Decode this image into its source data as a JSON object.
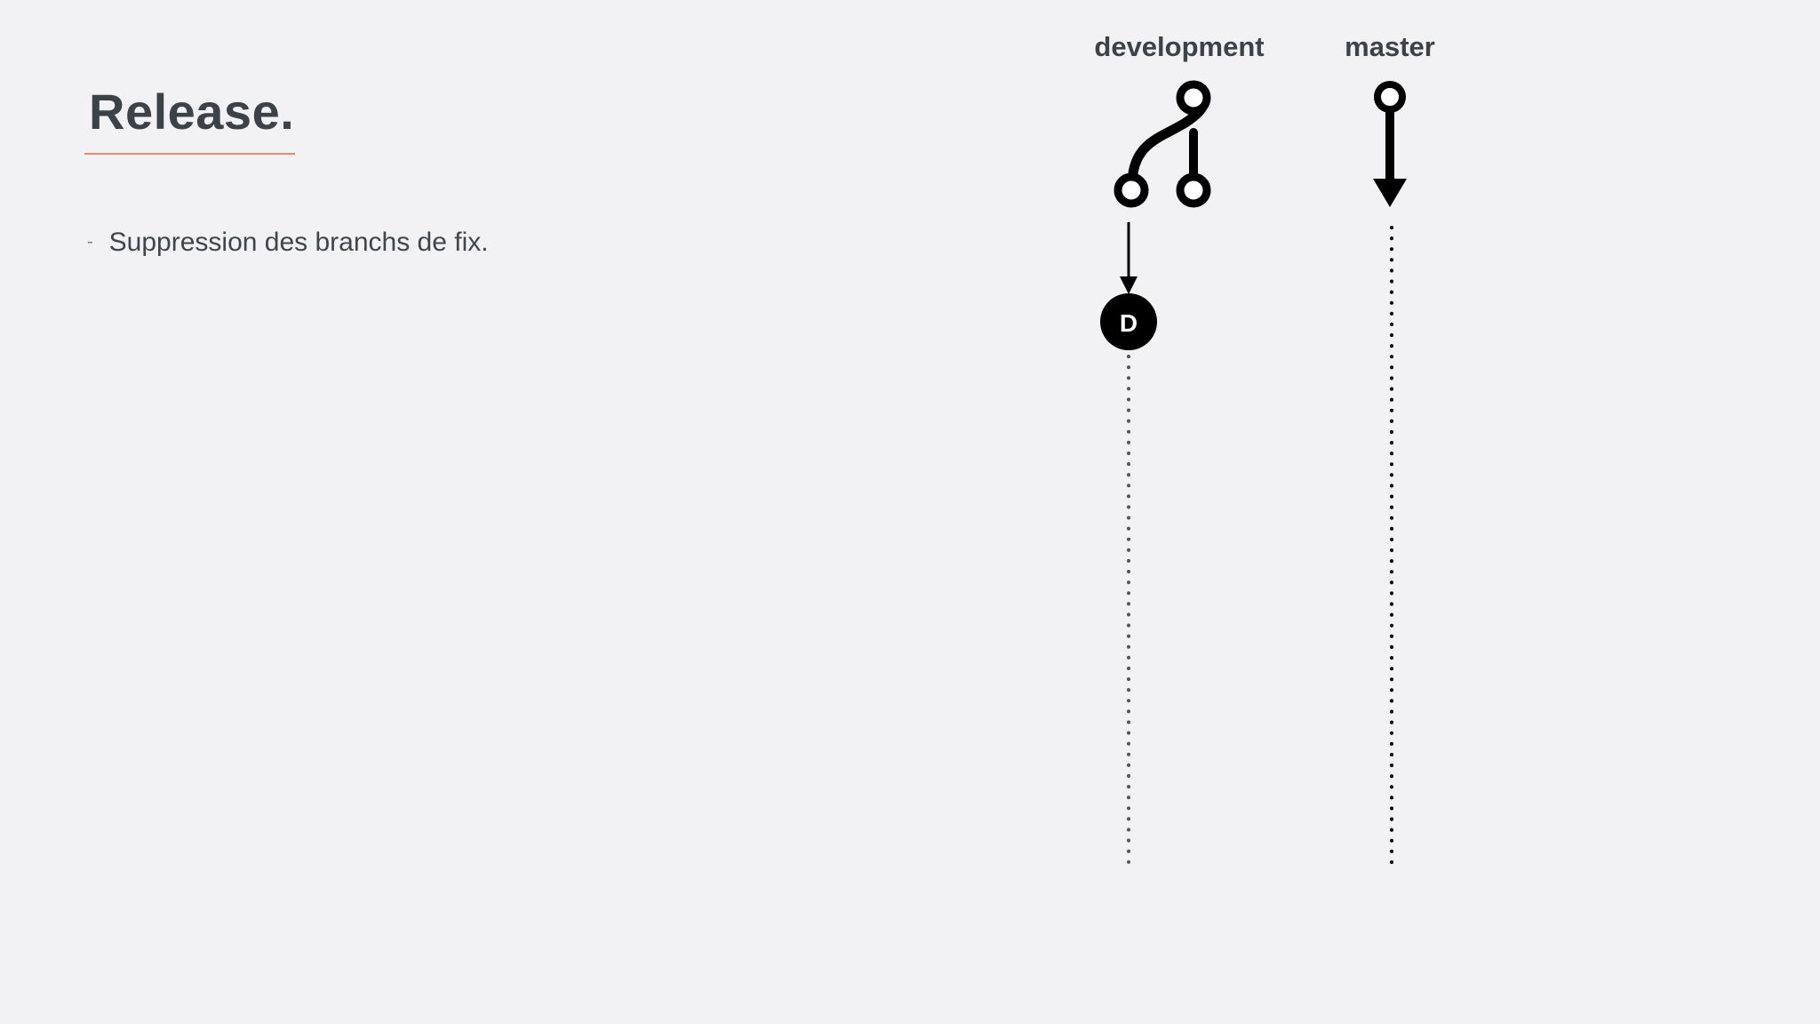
{
  "slide": {
    "title": "Release.",
    "bullets": [
      {
        "marker": "-",
        "text": "Suppression des branchs de fix."
      }
    ]
  },
  "diagram": {
    "branches": [
      {
        "label": "development"
      },
      {
        "label": "master"
      }
    ],
    "commit": {
      "label": "D"
    },
    "colors": {
      "background": "#f2f2f4",
      "text": "#3c4348",
      "accent": "#e98a66",
      "ink": "#000000",
      "dotted_dev": "#555555"
    },
    "icons": {
      "development": "git-branch-icon",
      "master": "git-commit-arrow-icon"
    }
  }
}
